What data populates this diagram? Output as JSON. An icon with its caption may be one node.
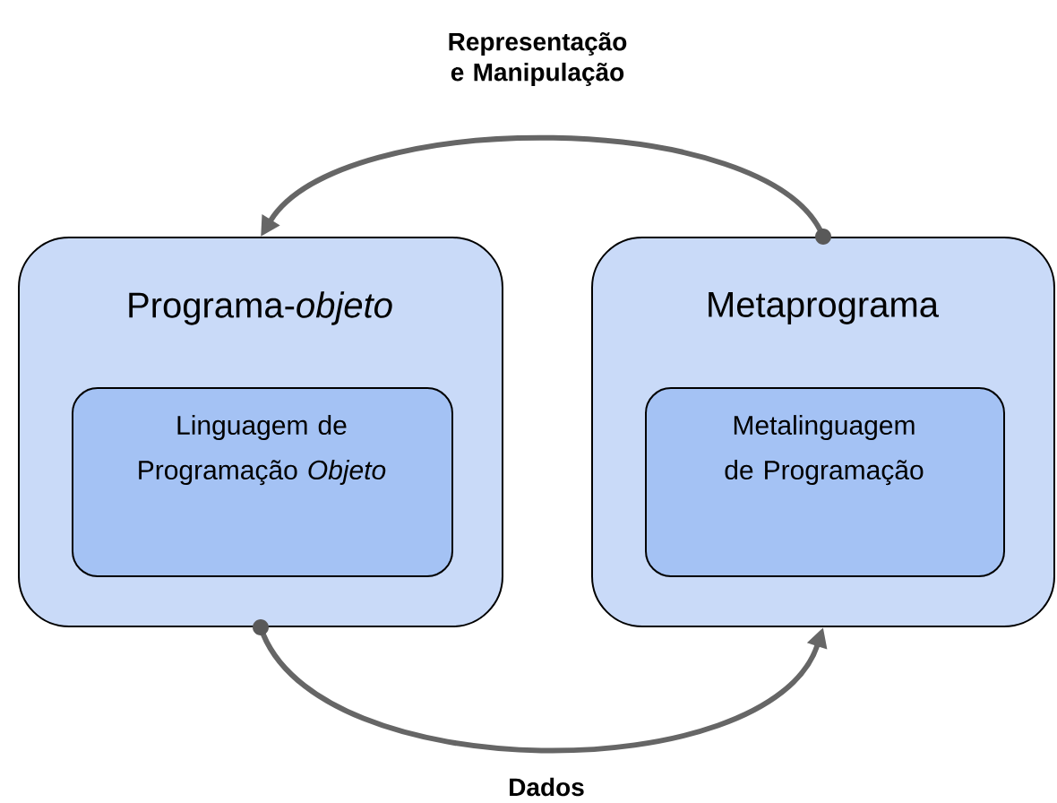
{
  "diagram": {
    "nodes": [
      {
        "text": [
          "Programa-*objeto*"
        ]
      },
      {
        "text": [
          "Linguagem de Programação *Objeto*"
        ],
        "in": 0
      },
      {
        "text": [
          "Metaprograma"
        ]
      },
      {
        "text": [
          "Metalinguagem de Programação"
        ],
        "in": 2
      }
    ],
    "edges": [
      {
        "from": 2,
        "to": 0,
        "arrow": "to",
        "label": "Representação e Manipulação"
      },
      {
        "from": 0,
        "to": 2,
        "arrow": "to",
        "label": "Dados"
      }
    ]
  }
}
